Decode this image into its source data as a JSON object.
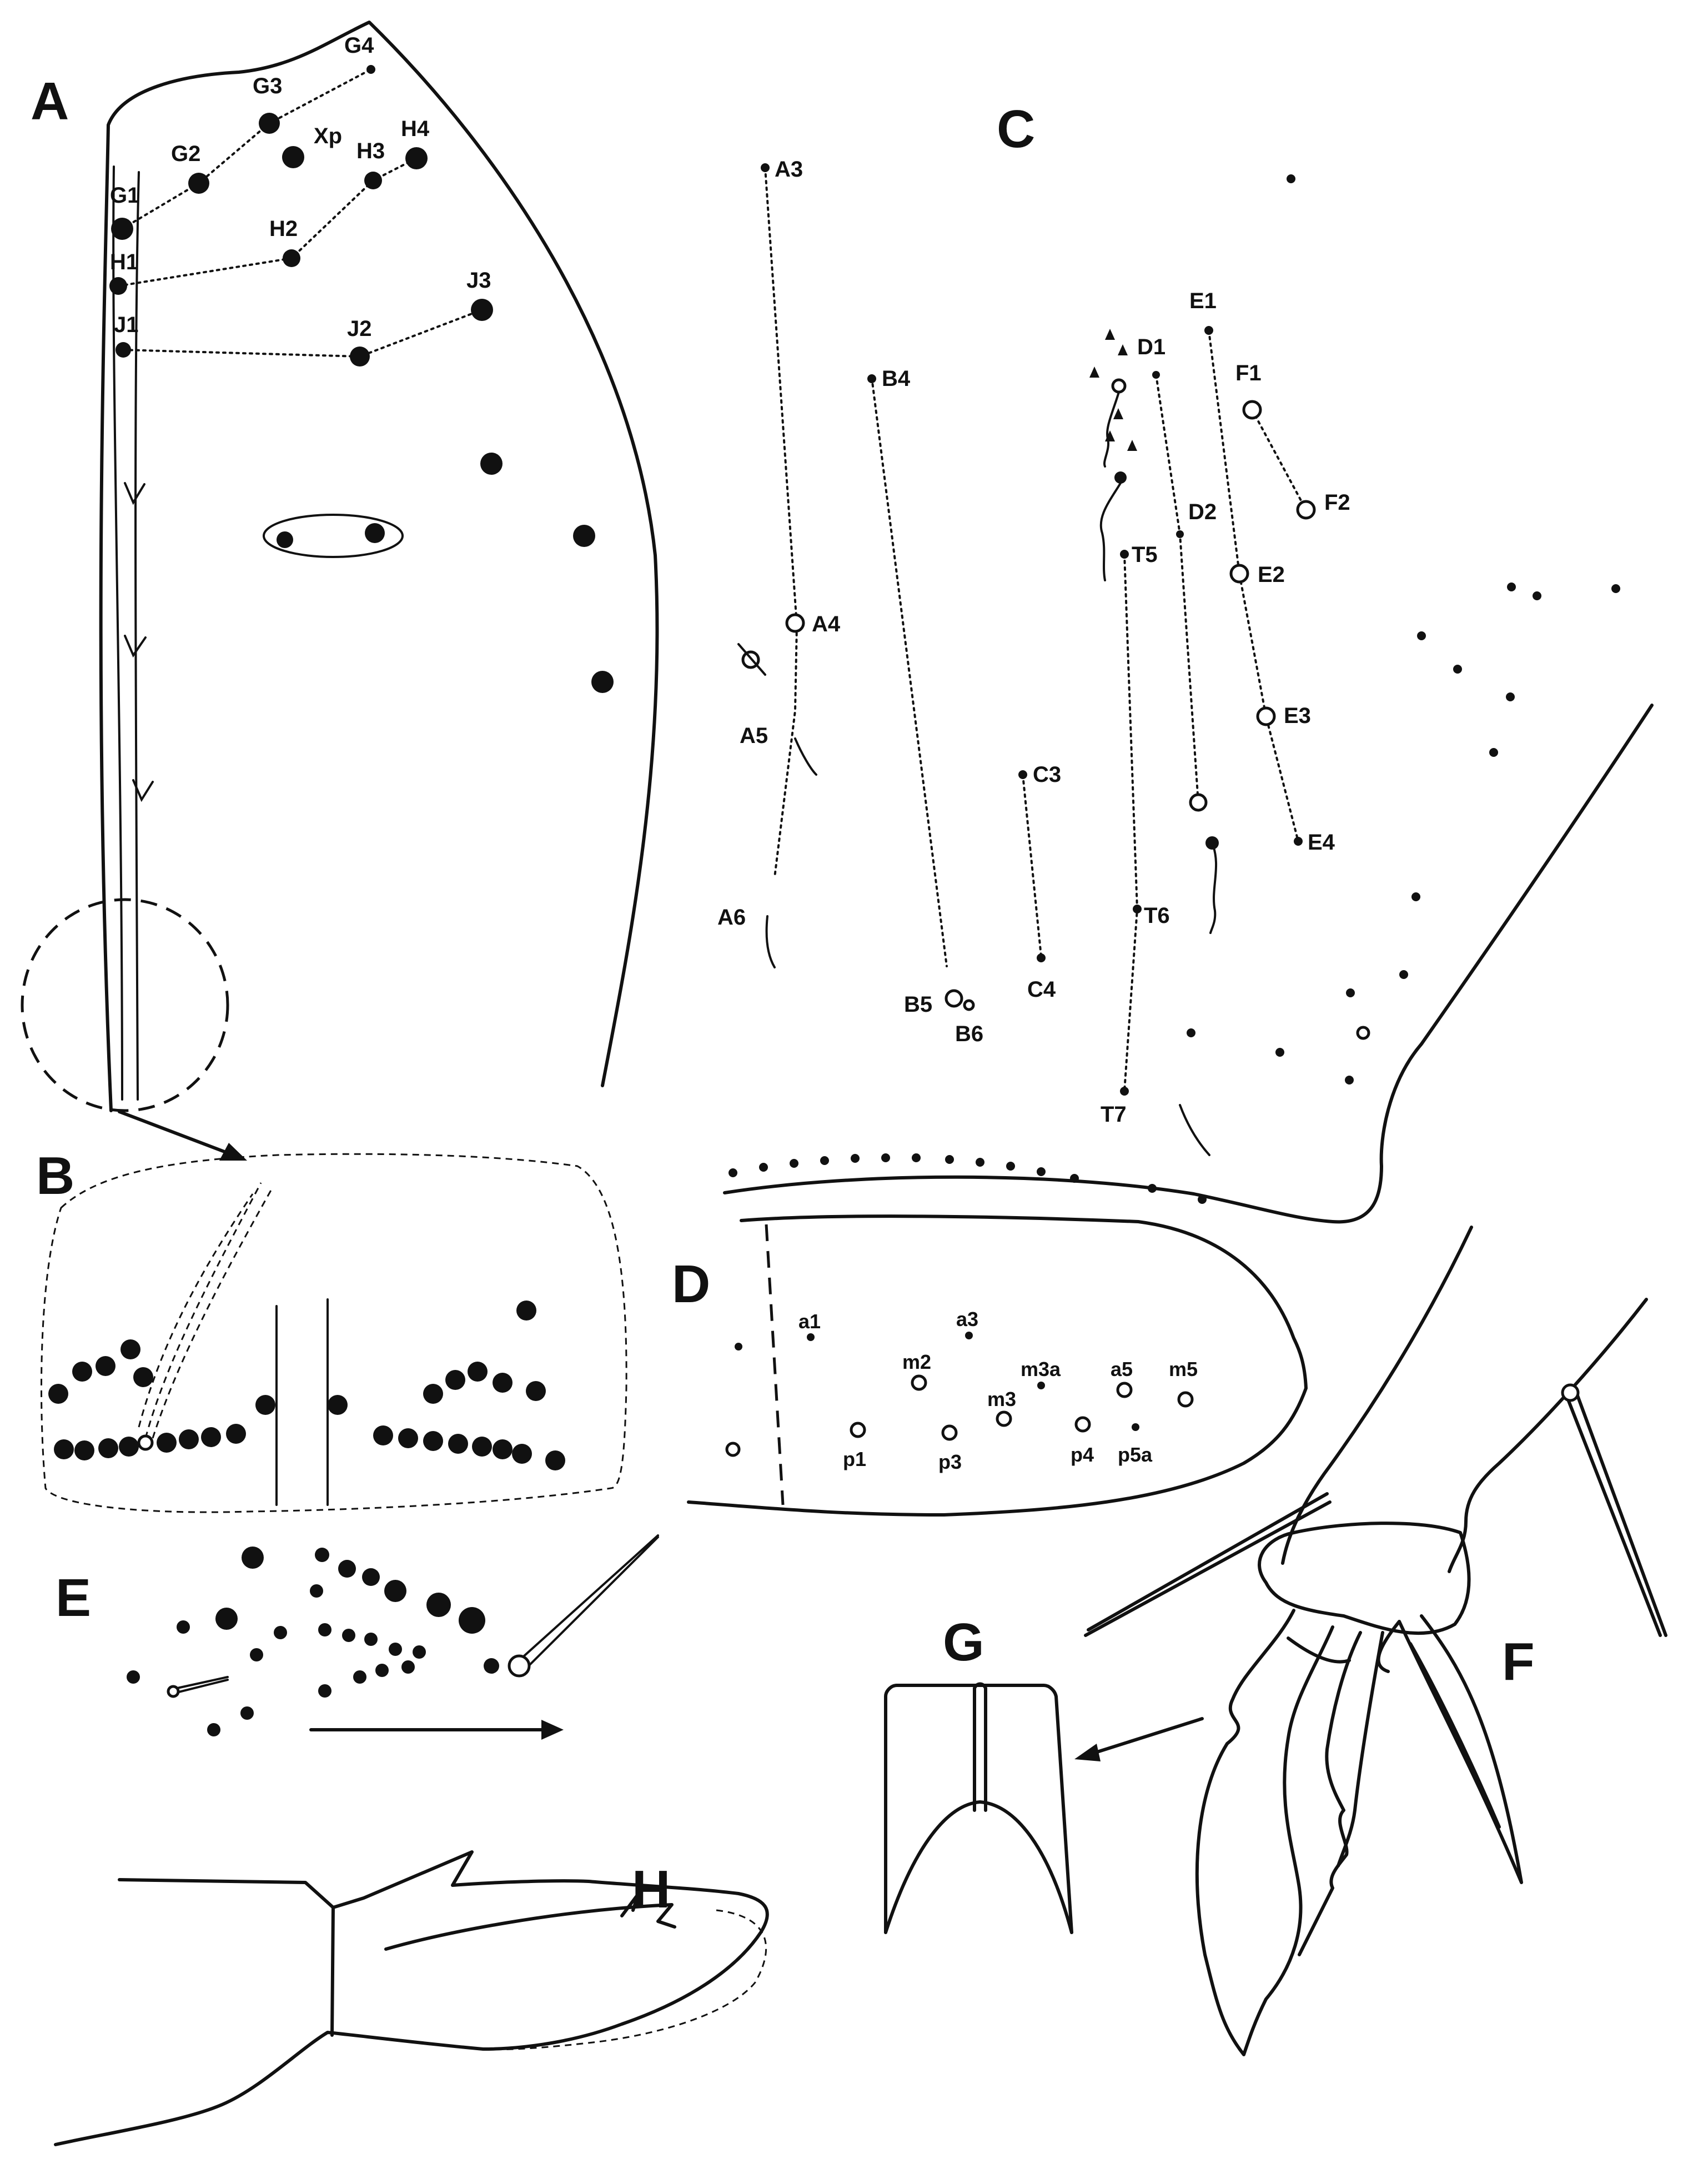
{
  "figure": {
    "panels": [
      "A",
      "B",
      "C",
      "D",
      "E",
      "F",
      "G",
      "H"
    ],
    "panel_A_labels": [
      "G1",
      "G2",
      "G3",
      "G4",
      "Xp",
      "H1",
      "H2",
      "H3",
      "H4",
      "J1",
      "J2",
      "J3"
    ],
    "panel_C_labels": [
      "A3",
      "A4",
      "A5",
      "A6",
      "B4",
      "B5",
      "B6",
      "C3",
      "C4",
      "D1",
      "D2",
      "E1",
      "E2",
      "E3",
      "E4",
      "F1",
      "F2",
      "T5",
      "T6",
      "T7"
    ],
    "panel_D_labels": [
      "a1",
      "a3",
      "m2",
      "m3a",
      "m3",
      "a5",
      "m5",
      "p1",
      "p3",
      "p4",
      "p5a"
    ]
  }
}
